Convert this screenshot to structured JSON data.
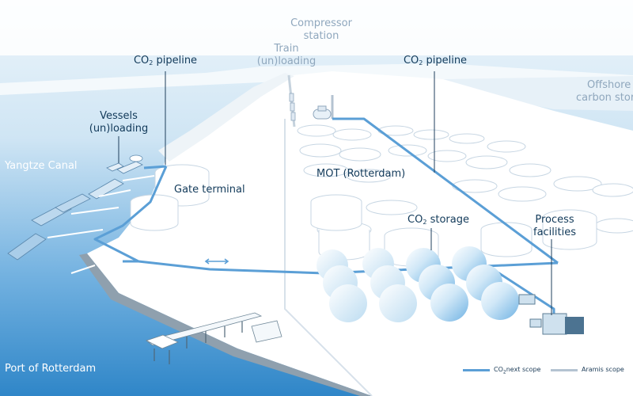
{
  "labels": {
    "compressor_station": [
      "Compressor",
      "station"
    ],
    "train_unloading": [
      "Train",
      "(un)loading"
    ],
    "offshore": [
      "Offshore",
      "carbon storage"
    ],
    "co2_pipeline_left": {
      "pre": "CO",
      "sub": "2",
      "post": " pipeline"
    },
    "co2_pipeline_right": {
      "pre": "CO",
      "sub": "2",
      "post": " pipeline"
    },
    "vessels": [
      "Vessels",
      "(un)loading"
    ],
    "yangtze_canal": "Yangtze Canal",
    "gate_terminal": "Gate terminal",
    "mot": "MOT (Rotterdam)",
    "co2_storage": {
      "pre": "CO",
      "sub": "2",
      "post": " storage"
    },
    "process_facilities": [
      "Process",
      "facilities"
    ],
    "port_of_rotterdam": "Port of Rotterdam"
  },
  "legend": {
    "co2next": {
      "pre": "CO",
      "sub": "2",
      "post": "next scope"
    },
    "aramis": "Aramis scope"
  },
  "colors": {
    "sea_top": "#eef6fb",
    "sea_deep": "#2f86c8",
    "land": "#ffffff",
    "pipeline": "#5b9fd6",
    "aramis": "#b4c3d1",
    "text": "#123a5a",
    "text_pale": "#8fa7bd"
  }
}
